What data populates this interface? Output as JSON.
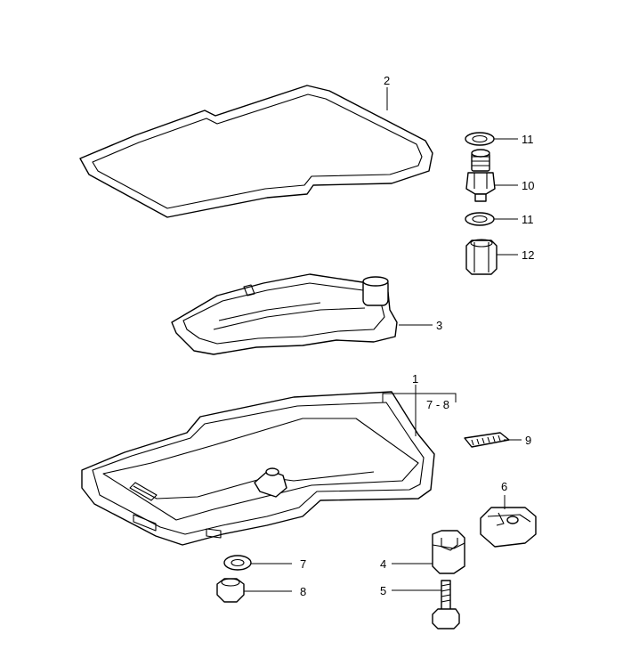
{
  "callouts": {
    "c1": "1",
    "c2": "2",
    "c3": "3",
    "c4": "4",
    "c5": "5",
    "c6": "6",
    "c7": "7",
    "c8": "8",
    "c9": "9",
    "c10": "10",
    "c11a": "11",
    "c11b": "11",
    "c12": "12",
    "c78": "7 - 8"
  }
}
